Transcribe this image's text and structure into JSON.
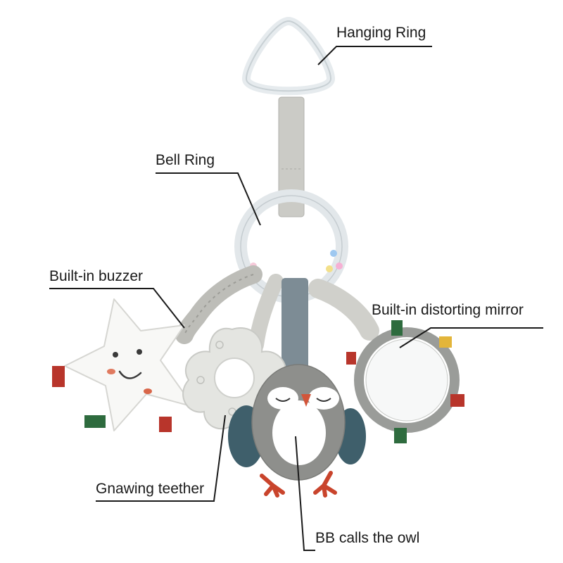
{
  "labels": {
    "hanging_ring": "Hanging Ring",
    "bell_ring": "Bell Ring",
    "buzzer": "Built-in buzzer",
    "mirror": "Built-in distorting mirror",
    "teether": "Gnawing teether",
    "owl": "BB calls the owl"
  },
  "colors": {
    "background": "#ffffff",
    "callout_line": "#1a1a1a",
    "strap_gray": "#c9c9c5",
    "plush_gray": "#8e8f8c",
    "mirror_gray": "#9a9c99",
    "owl_wing": "#3f5f6b",
    "owl_feet": "#c9442c",
    "tag_red": "#b8352b",
    "tag_green": "#2e6b3e",
    "tag_yellow": "#e3b53a"
  }
}
